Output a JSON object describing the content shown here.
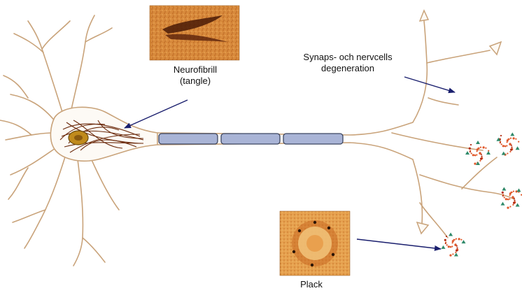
{
  "labels": {
    "tangle": {
      "line1": "Neurofibrill",
      "line2": "(tangle)"
    },
    "synapse": {
      "line1": "Synaps- och nervcells",
      "line2": "degeneration"
    },
    "plaque": "Plack"
  },
  "colors": {
    "neuron_outline": "#c9a37a",
    "myelin_fill": "#a9b4d6",
    "myelin_stroke": "#3c4660",
    "arrow": "#1a1f6e",
    "tangle_fibrils": "#6b2a0c",
    "nucleus": "#c08a1c",
    "plaque_dots": "#e0582a",
    "plaque_marker": "#2f8a6a",
    "micrograph_bg": "#d9893a"
  },
  "icons": {
    "tangle_photo": "tangle-micrograph-icon",
    "plaque_photo": "plaque-micrograph-icon",
    "plaque_cluster": "amyloid-plaque-icon"
  }
}
